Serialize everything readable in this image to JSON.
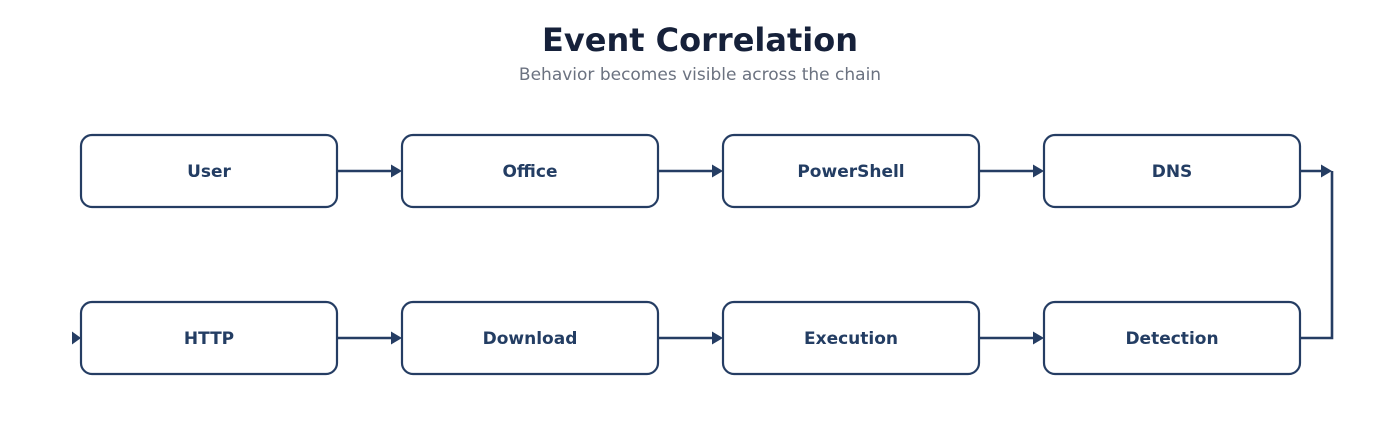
{
  "title": "Event Correlation",
  "subtitle": "Behavior becomes visible across the chain",
  "colors": {
    "stroke": "#253d63",
    "label": "#233d63",
    "title": "#16213a",
    "subtitle": "#6b7280",
    "background": "#ffffff"
  },
  "nodes": [
    {
      "id": "user",
      "label": "User"
    },
    {
      "id": "office",
      "label": "Office"
    },
    {
      "id": "powershell",
      "label": "PowerShell"
    },
    {
      "id": "dns",
      "label": "DNS"
    },
    {
      "id": "http",
      "label": "HTTP"
    },
    {
      "id": "download",
      "label": "Download"
    },
    {
      "id": "execution",
      "label": "Execution"
    },
    {
      "id": "detection",
      "label": "Detection"
    }
  ],
  "edges": [
    {
      "from": "user",
      "to": "office"
    },
    {
      "from": "office",
      "to": "powershell"
    },
    {
      "from": "powershell",
      "to": "dns"
    },
    {
      "from": "dns",
      "to": "detection"
    },
    {
      "from": "http",
      "to": "download"
    },
    {
      "from": "download",
      "to": "execution"
    },
    {
      "from": "execution",
      "to": "detection"
    },
    {
      "from": "detection",
      "to": "http"
    }
  ]
}
